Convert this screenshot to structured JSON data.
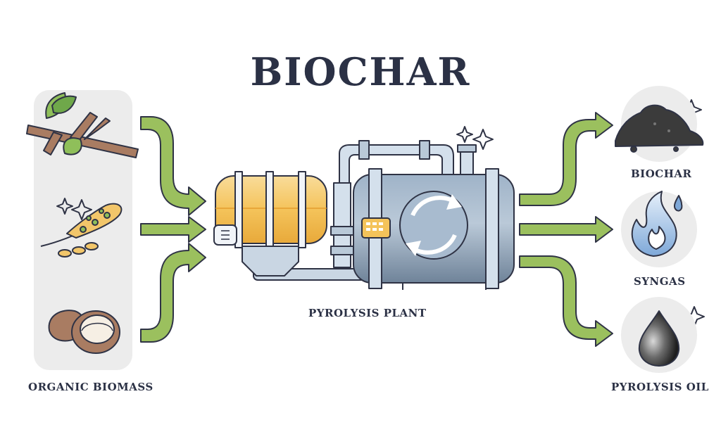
{
  "title": "BIOCHAR",
  "inputs": {
    "label": "ORGANIC BIOMASS"
  },
  "process": {
    "label": "PYROLYSIS PLANT"
  },
  "outputs": {
    "biochar": "BIOCHAR",
    "syngas": "SYNGAS",
    "oil": "PYROLYSIS OIL"
  },
  "colors": {
    "arrow_fill": "#9bc05e",
    "arrow_stroke": "#2f3345",
    "tank_body": "#8ea2b8",
    "hopper_fill": "#f4c35a",
    "panel_bg": "#ececec",
    "outline": "#2f3345"
  },
  "icons": [
    "branch-icon",
    "wheat-seeds-icon",
    "coconut-icon",
    "gear-cycle-icon",
    "coal-pile-icon",
    "flame-icon",
    "oil-drop-icon",
    "sparkle-icon"
  ]
}
